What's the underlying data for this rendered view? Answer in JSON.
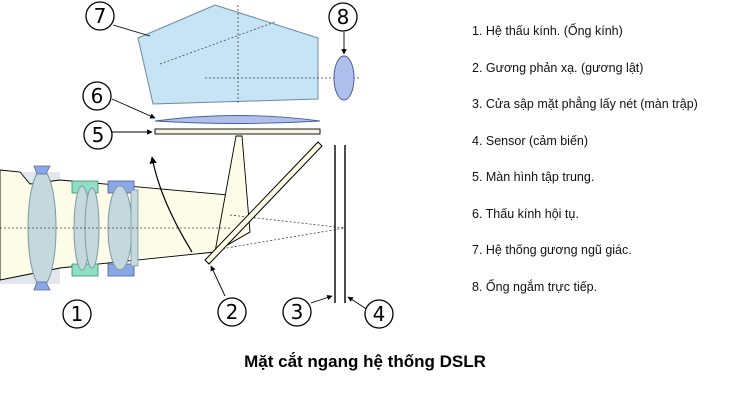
{
  "callouts": [
    "1",
    "2",
    "3",
    "4",
    "5",
    "6",
    "7",
    "8"
  ],
  "legend": [
    "1. Hệ thấu kính. (Ống kính)",
    "2. Gương phản xạ. (gương lật)",
    "3. Cửa sập mặt phẳng lấy nét (màn trập)",
    "4. Sensor (cảm biến)",
    "5. Màn hình tập trung.",
    "6. Thấu kính hội tụ.",
    "7. Hệ thống gương ngũ giác.",
    "8. Ống ngắm trực tiếp."
  ],
  "caption": "Mặt cắt ngang hệ thống DSLR",
  "colors": {
    "lens": "#c4d8de",
    "lens_green": "#8ee0c4",
    "lens_blue": "#8aa8e8",
    "light_beam": "#fcfce8",
    "prism": "#c6e4f6",
    "eyepiece": "#b0c0ec",
    "mount": "#c8d4dc"
  },
  "icons": [
    "dslr-cross-section-diagram",
    "curved-arrow-icon"
  ]
}
